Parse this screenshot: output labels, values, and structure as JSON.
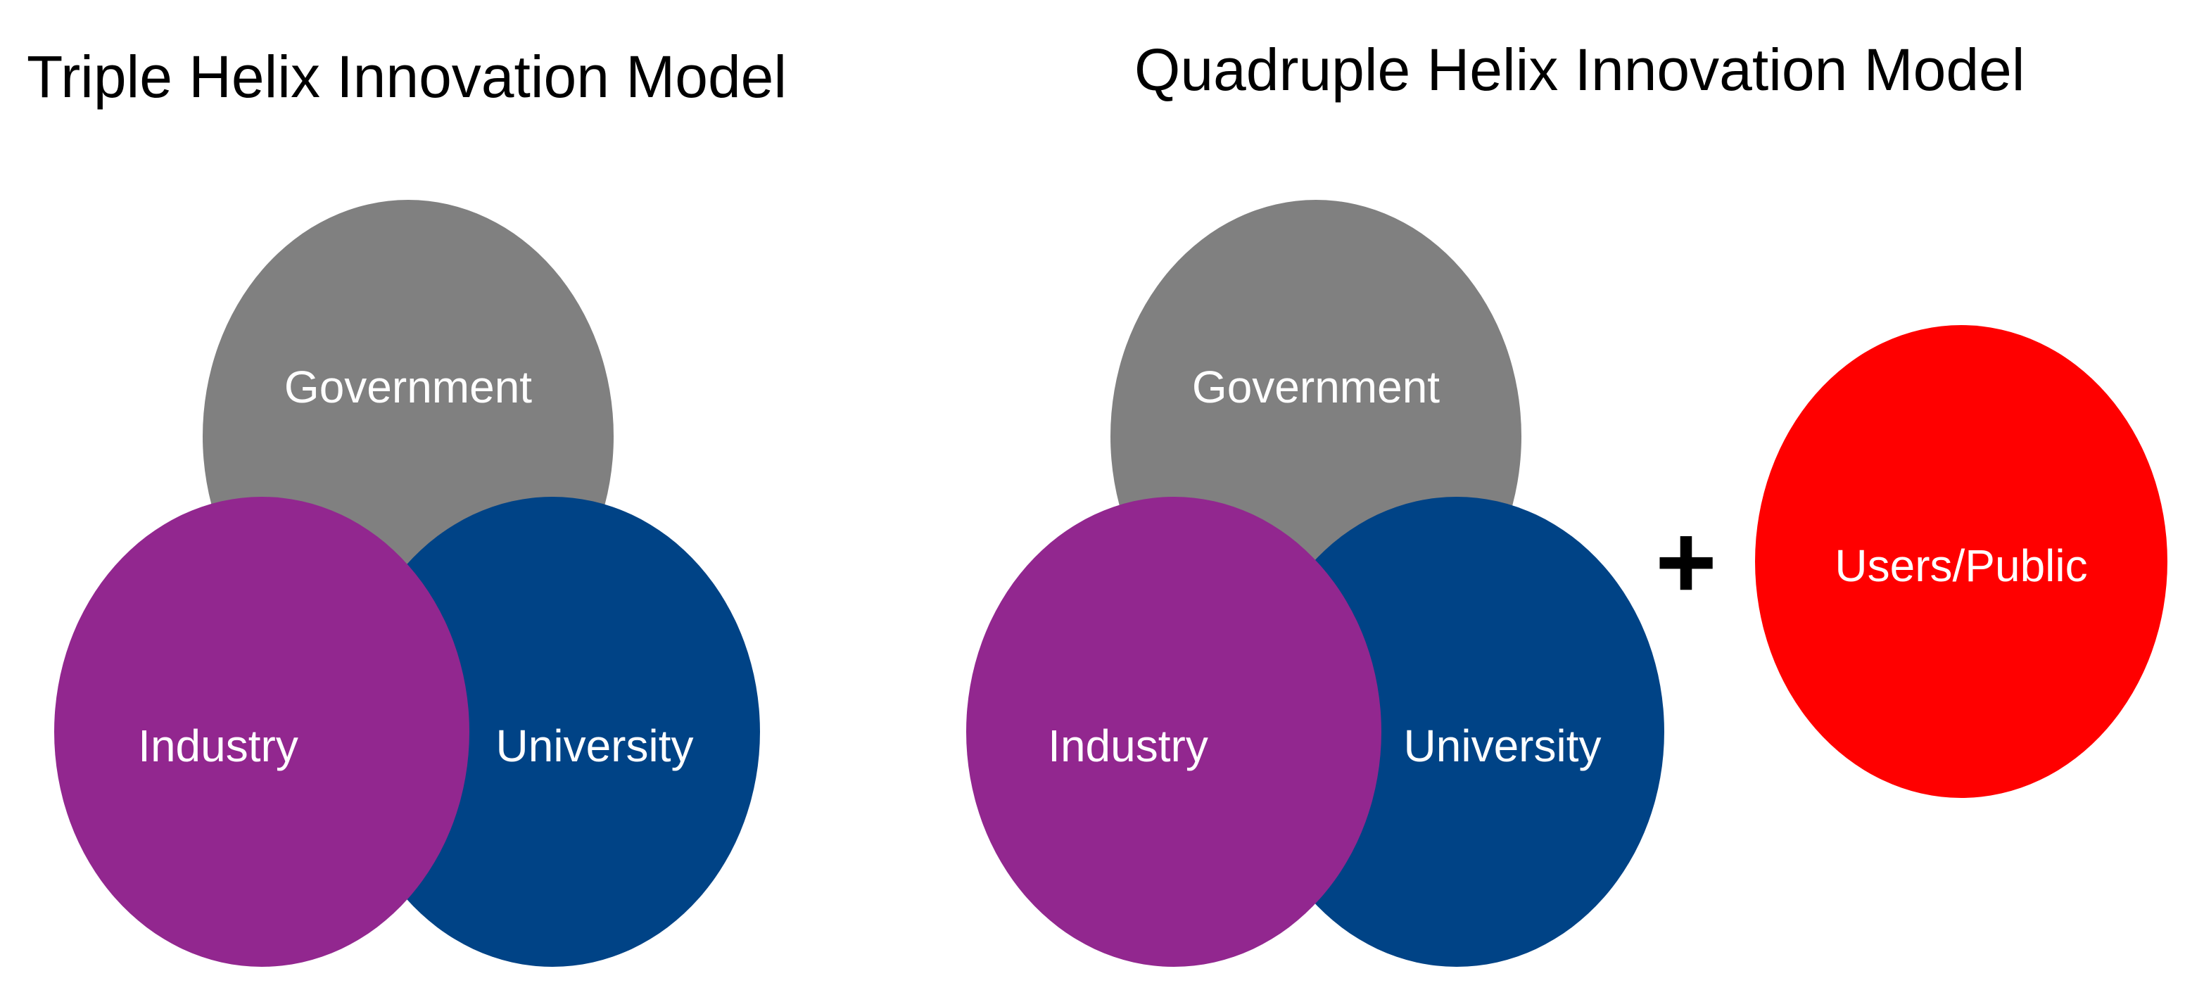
{
  "colors": {
    "government": "#808080",
    "industry": "#92278F",
    "university": "#004386",
    "users_public": "#FF0000",
    "label_text": "#FFFFFF",
    "title_text": "#000000"
  },
  "triple_helix": {
    "title": "Triple Helix Innovation Model",
    "government_label": "Government",
    "industry_label": "Industry",
    "university_label": "University"
  },
  "quadruple_helix": {
    "title": "Quadruple Helix Innovation Model",
    "government_label": "Government",
    "industry_label": "Industry",
    "university_label": "University",
    "plus_symbol": "+",
    "users_public_label": "Users/Public"
  }
}
